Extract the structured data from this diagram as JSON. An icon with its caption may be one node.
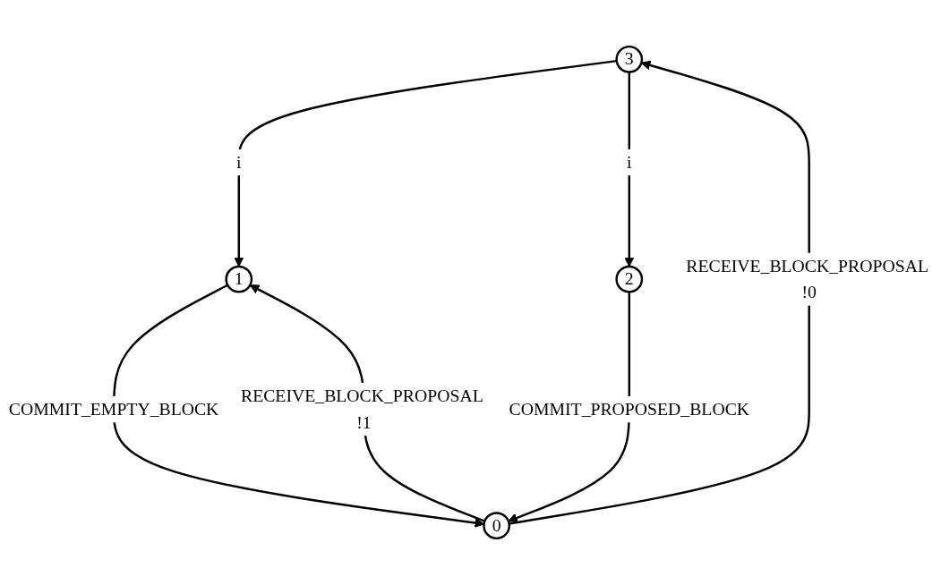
{
  "diagram": {
    "nodes": [
      {
        "text": [
          "3"
        ]
      },
      {
        "text": [
          "1"
        ]
      },
      {
        "text": [
          "2"
        ]
      },
      {
        "text": [
          "0"
        ]
      }
    ],
    "edges": [
      {
        "from": 0,
        "to": 1,
        "arrow": "to",
        "label": "i"
      },
      {
        "from": 0,
        "to": 2,
        "arrow": "to",
        "label": "i"
      },
      {
        "from": 3,
        "to": 0,
        "arrow": "to",
        "label": "RECEIVE_BLOCK_PROPOSAL !0"
      },
      {
        "from": 3,
        "to": 1,
        "arrow": "to",
        "label": "RECEIVE_BLOCK_PROPOSAL !1"
      },
      {
        "from": 2,
        "to": 3,
        "arrow": "to",
        "label": "COMMIT_PROPOSED_BLOCK"
      },
      {
        "from": 1,
        "to": 3,
        "arrow": "to",
        "label": "COMMIT_EMPTY_BLOCK"
      }
    ]
  }
}
